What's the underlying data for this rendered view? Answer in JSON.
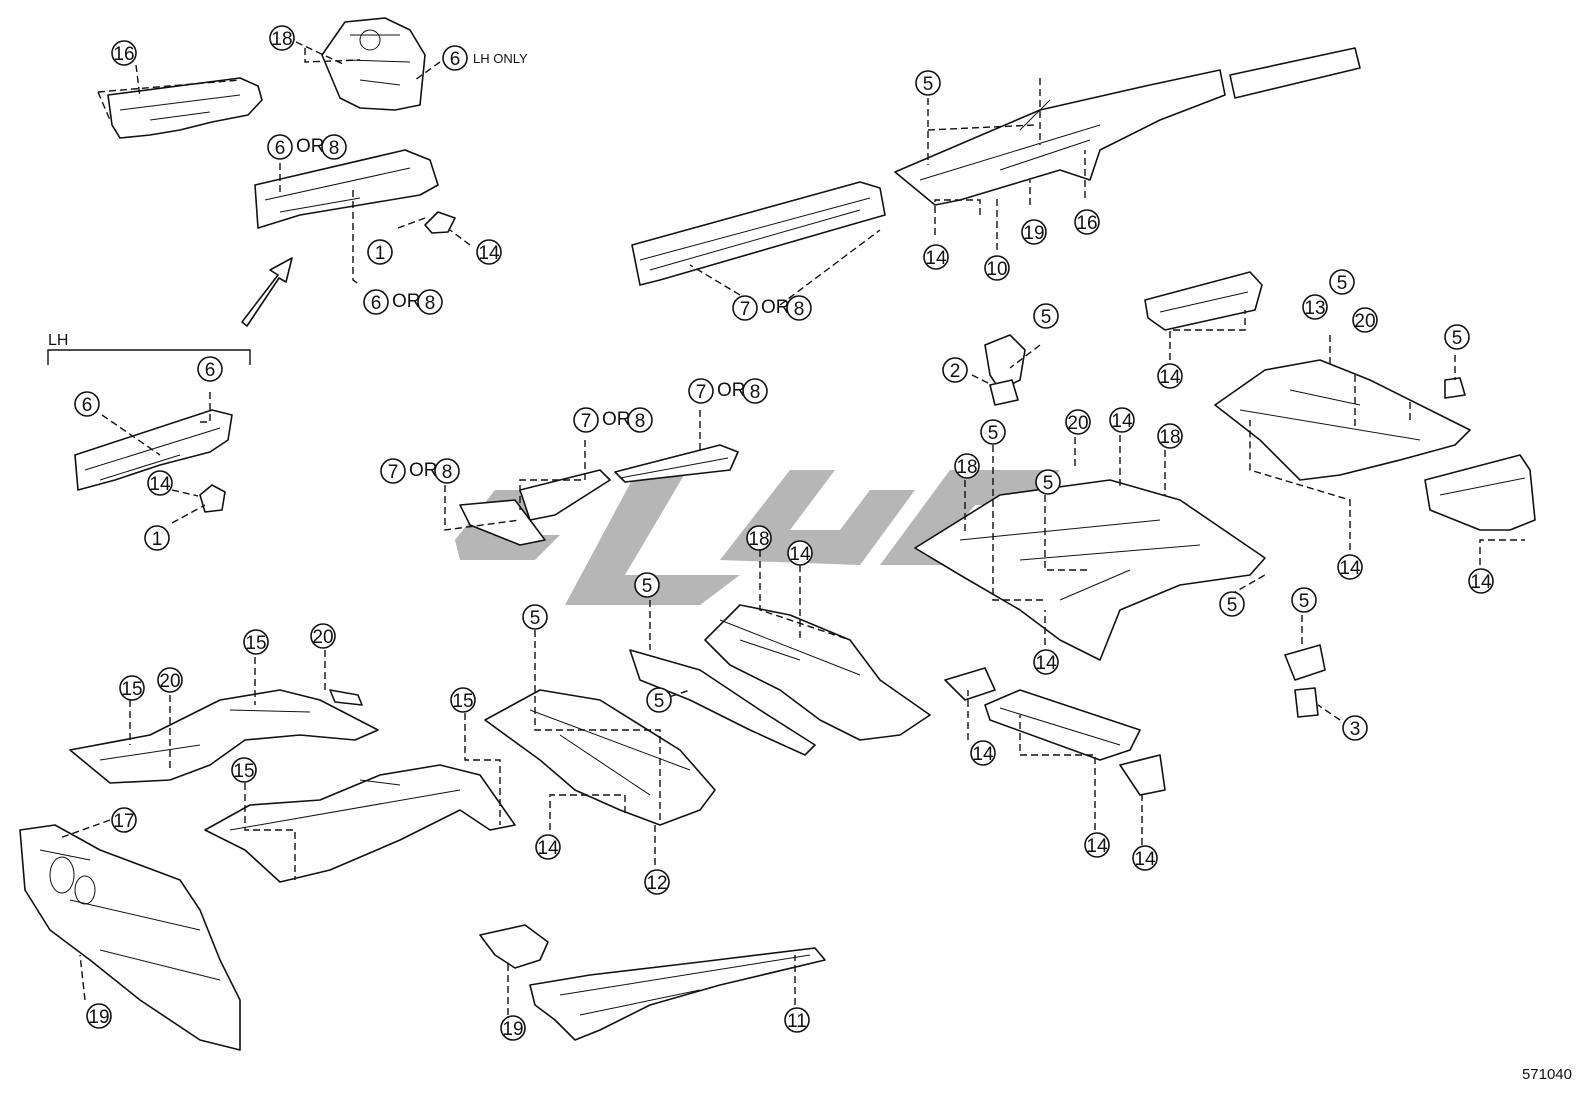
{
  "figure_code": "571040",
  "group_label": "LH",
  "note_lh_only": "LH ONLY",
  "or_word": "OR",
  "callouts": [
    "1",
    "2",
    "3",
    "5",
    "6",
    "7",
    "8",
    "10",
    "11",
    "12",
    "13",
    "14",
    "15",
    "16",
    "17",
    "18",
    "19",
    "20"
  ],
  "colors": {
    "line": "#111111",
    "watermark": "#9e9e9e",
    "background": "#ffffff"
  }
}
